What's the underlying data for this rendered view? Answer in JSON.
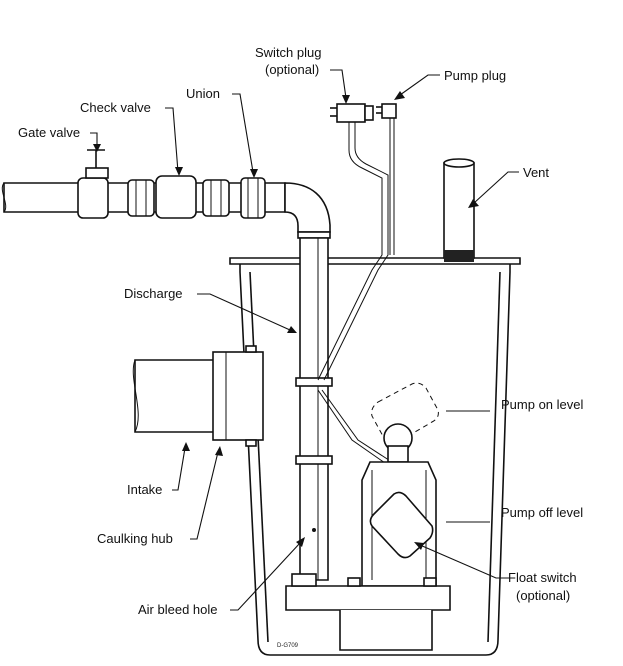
{
  "labels": {
    "switch_plug": [
      "Switch plug",
      "(optional)"
    ],
    "pump_plug": "Pump plug",
    "union": "Union",
    "check_valve": "Check valve",
    "gate_valve": "Gate valve",
    "vent": "Vent",
    "discharge": "Discharge",
    "pump_on_level": "Pump on level",
    "pump_off_level": "Pump off level",
    "intake": "Intake",
    "caulking_hub": "Caulking hub",
    "float_switch": [
      "Float switch",
      "(optional)"
    ],
    "air_bleed_hole": "Air bleed hole",
    "drawing_code": "D-G709"
  }
}
